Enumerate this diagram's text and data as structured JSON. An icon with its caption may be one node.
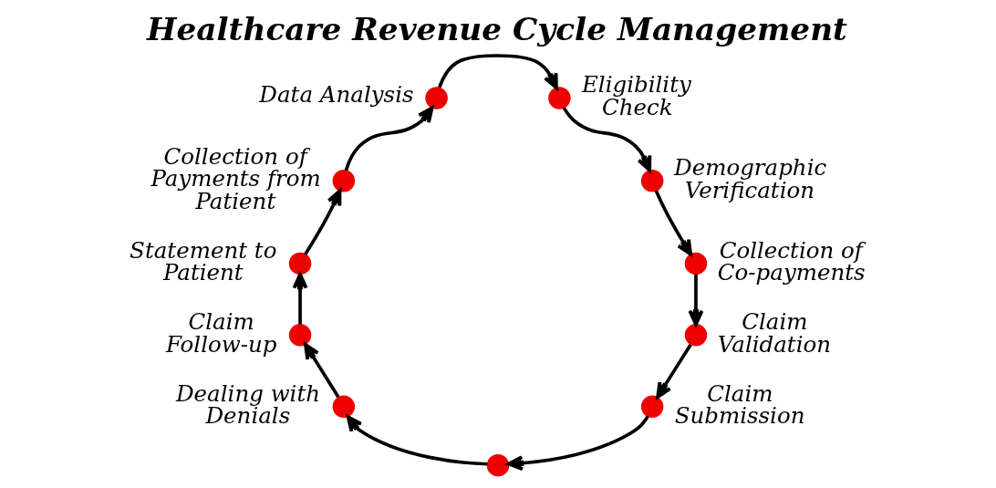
{
  "diagram": {
    "title": "Healthcare Revenue Cycle Management",
    "nodes": [
      {
        "text": [],
        "shape": "circle",
        "beside": [
          "Data Analysis"
        ]
      },
      {
        "text": [],
        "shape": "circle",
        "beside": [
          "Eligibility Check"
        ]
      },
      {
        "text": [],
        "shape": "circle",
        "beside": [
          "Demographic Verification"
        ]
      },
      {
        "text": [],
        "shape": "circle",
        "beside": [
          "Collection of Co-payments"
        ]
      },
      {
        "text": [],
        "shape": "circle",
        "beside": [
          "Claim Validation"
        ]
      },
      {
        "text": [],
        "shape": "circle",
        "beside": [
          "Claim Submission"
        ]
      },
      {
        "text": [],
        "shape": "circle"
      },
      {
        "text": [],
        "shape": "circle",
        "beside": [
          "Dealing with Denials"
        ]
      },
      {
        "text": [],
        "shape": "circle",
        "beside": [
          "Claim Follow-up"
        ]
      },
      {
        "text": [],
        "shape": "circle",
        "beside": [
          "Statement to Patient"
        ]
      },
      {
        "text": [],
        "shape": "circle",
        "beside": [
          "Collection of Payments from Patient"
        ]
      }
    ],
    "edges": [
      {
        "from": 0,
        "to": 1,
        "arrow": "to"
      },
      {
        "from": 1,
        "to": 2,
        "arrow": "to"
      },
      {
        "from": 2,
        "to": 3,
        "arrow": "to"
      },
      {
        "from": 3,
        "to": 4,
        "arrow": "to"
      },
      {
        "from": 4,
        "to": 5,
        "arrow": "to"
      },
      {
        "from": 5,
        "to": 6,
        "arrow": "to"
      },
      {
        "from": 6,
        "to": 7,
        "arrow": "to"
      },
      {
        "from": 7,
        "to": 8,
        "arrow": "to"
      },
      {
        "from": 8,
        "to": 9,
        "arrow": "to"
      },
      {
        "from": 9,
        "to": 10,
        "arrow": "to"
      },
      {
        "from": 10,
        "to": 0,
        "arrow": "to"
      }
    ]
  }
}
